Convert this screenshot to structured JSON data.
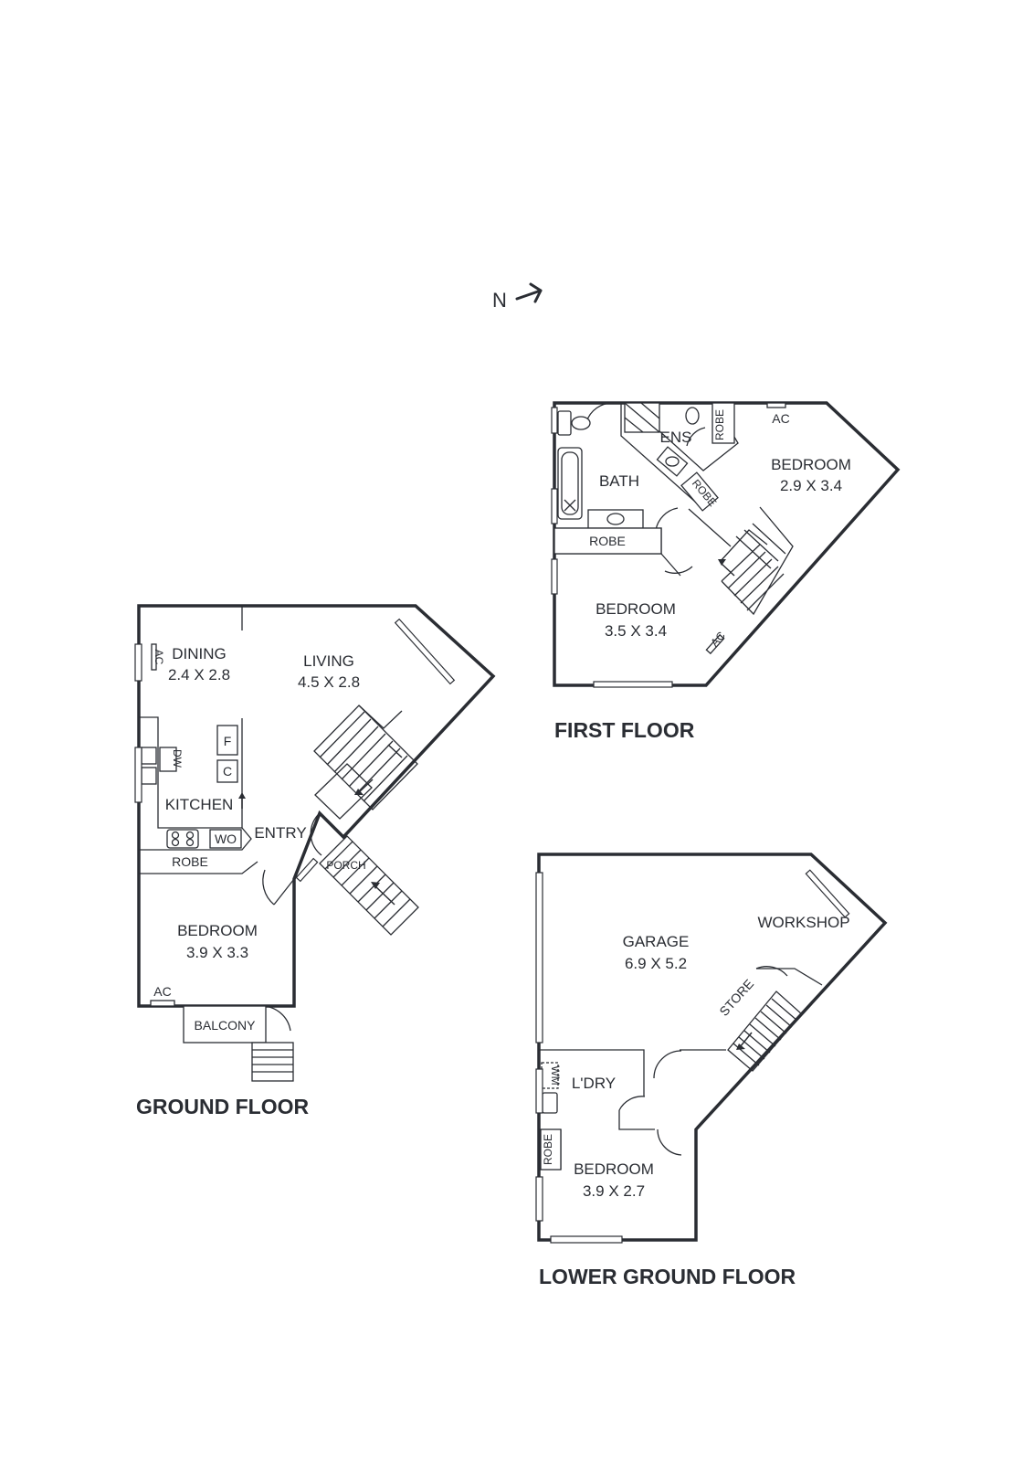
{
  "compass": {
    "label": "N",
    "icon": "north-arrow-icon"
  },
  "floors": {
    "first": {
      "title": "FIRST FLOOR",
      "rooms": {
        "ens": "ENS",
        "robe_top": "ROBE",
        "ac_top": "AC",
        "bedroom1_name": "BEDROOM",
        "bedroom1_size": "2.9 X 3.4",
        "bath": "BATH",
        "robe_diag": "ROBE",
        "robe_wide": "ROBE",
        "bedroom2_name": "BEDROOM",
        "bedroom2_size": "3.5 X 3.4",
        "ac_diag": "AC"
      }
    },
    "ground": {
      "title": "GROUND FLOOR",
      "rooms": {
        "dining_name": "DINING",
        "dining_size": "2.4 X 2.8",
        "ac_dining": "AC",
        "living_name": "LIVING",
        "living_size": "4.5 X 2.8",
        "fridge": "F",
        "cupboard": "C",
        "dw": "DW",
        "kitchen": "KITCHEN",
        "wo": "WO",
        "entry": "ENTRY",
        "robe": "ROBE",
        "porch": "PORCH",
        "bedroom_name": "BEDROOM",
        "bedroom_size": "3.9 X 3.3",
        "ac_bed": "AC",
        "balcony": "BALCONY"
      }
    },
    "lower": {
      "title": "LOWER GROUND FLOOR",
      "rooms": {
        "workshop": "WORKSHOP",
        "garage_name": "GARAGE",
        "garage_size": "6.9 X 5.2",
        "store": "STORE",
        "wm": "WM",
        "laundry": "L'DRY",
        "robe": "ROBE",
        "bedroom_name": "BEDROOM",
        "bedroom_size": "3.9 X 2.7"
      }
    }
  }
}
